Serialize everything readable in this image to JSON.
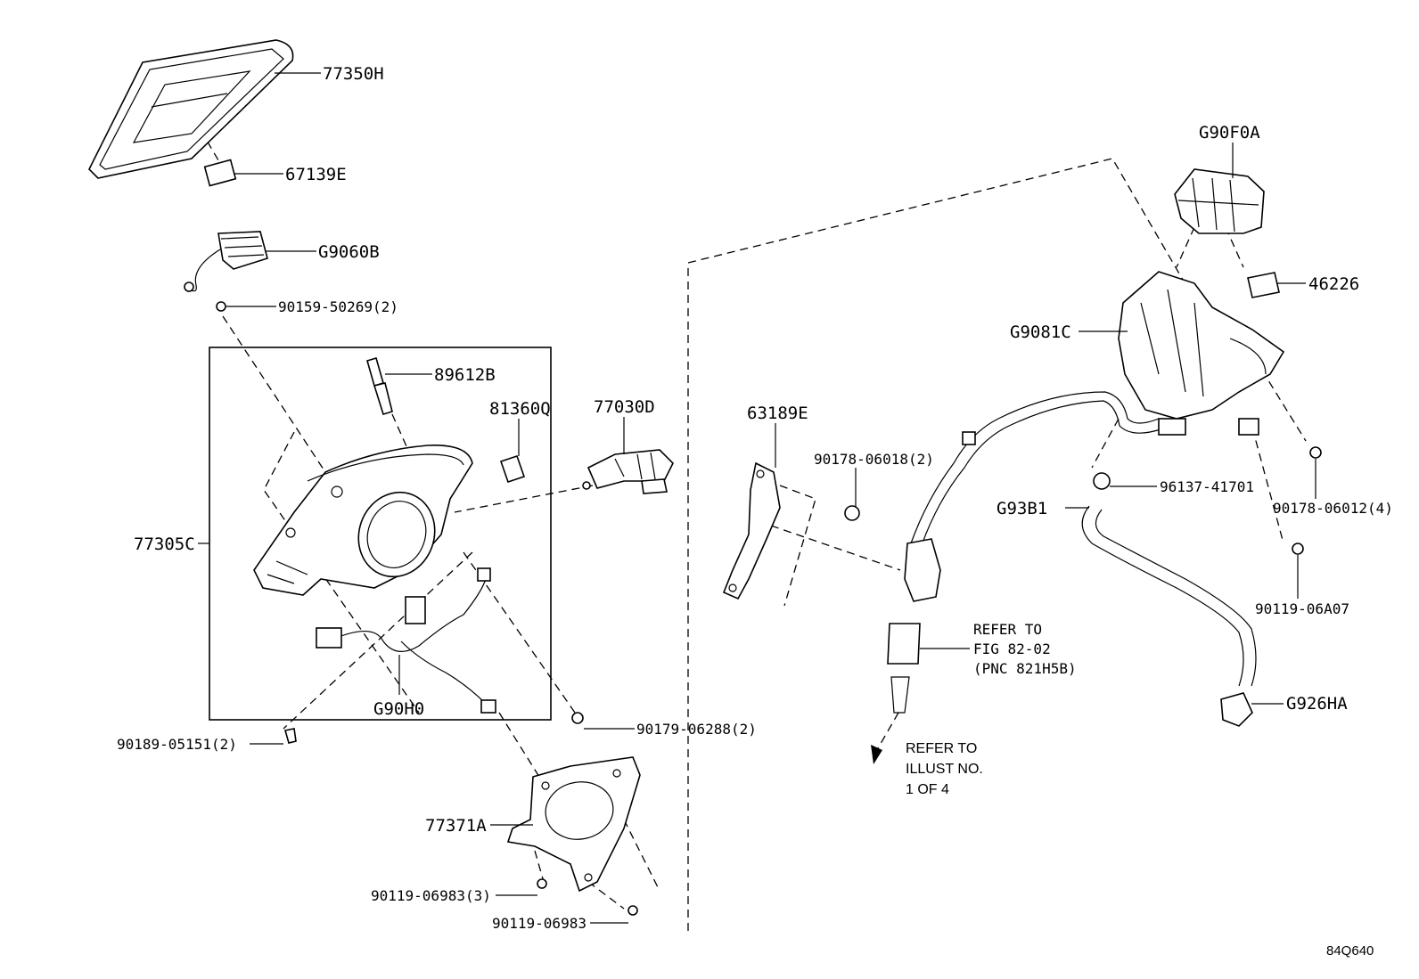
{
  "figure_code": "84Q640",
  "labels": {
    "p77350H": "77350H",
    "p67139E": "67139E",
    "pG9060B": "G9060B",
    "p90159": "90159-50269(2)",
    "p89612B": "89612B",
    "p81360Q": "81360Q",
    "p77030D": "77030D",
    "p77305C": "77305C",
    "pG90H0": "G90H0",
    "p90189": "90189-05151(2)",
    "p90179": "90179-06288(2)",
    "p77371A": "77371A",
    "p90119_3": "90119-06983(3)",
    "p90119": "90119-06983",
    "p63189E": "63189E",
    "p90178_2": "90178-06018(2)",
    "pG90F0A": "G90F0A",
    "p46226": "46226",
    "pG9081C": "G9081C",
    "p96137": "96137-41701",
    "pG93B1": "G93B1",
    "p90178_4": "90178-06012(4)",
    "p90119A07": "90119-06A07",
    "pG926HA": "G926HA"
  },
  "refer1": {
    "line1": "REFER TO",
    "line2": "FIG 82-02",
    "line3": "(PNC 821H5B)"
  },
  "refer2": {
    "line1": "REFER TO",
    "line2": "ILLUST NO.",
    "line3": "1 OF 4"
  }
}
